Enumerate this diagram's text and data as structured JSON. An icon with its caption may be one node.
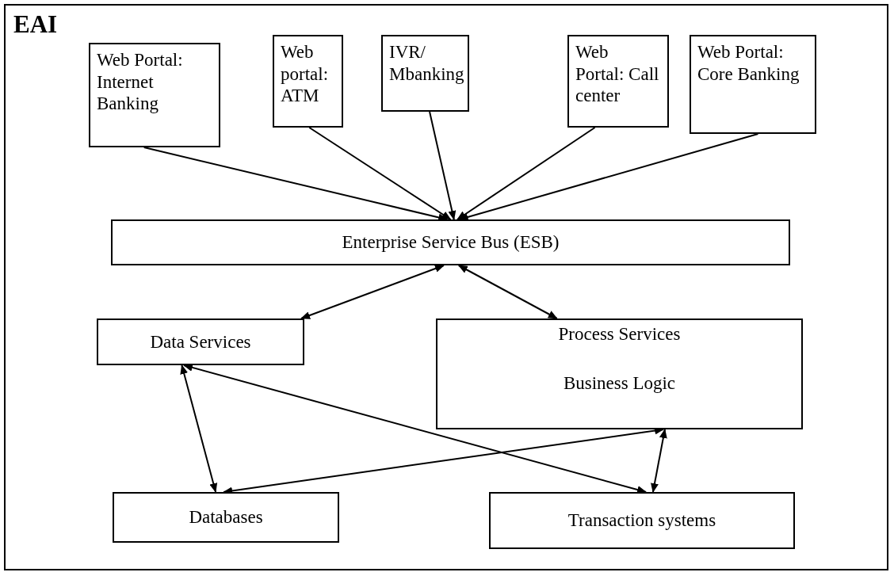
{
  "diagram": {
    "nodes": [
      {
        "text": [
          "EAI"
        ]
      },
      {
        "text": [
          "Web Portal: Internet Banking"
        ],
        "in": 0
      },
      {
        "text": [
          "Web portal: ATM"
        ],
        "in": 0
      },
      {
        "text": [
          "IVR/ Mbanking"
        ],
        "in": 0
      },
      {
        "text": [
          "Web Portal: Call center"
        ],
        "in": 0
      },
      {
        "text": [
          "Web Portal: Core Banking"
        ],
        "in": 0
      },
      {
        "text": [
          "Enterprise Service Bus (ESB)"
        ],
        "in": 0
      },
      {
        "text": [
          "Data Services"
        ],
        "in": 0
      },
      {
        "text": [
          "Process Services",
          "Business Logic"
        ],
        "in": 0
      },
      {
        "text": [
          "Databases"
        ],
        "in": 0
      },
      {
        "text": [
          "Transaction systems"
        ],
        "in": 0
      }
    ],
    "edges": [
      {
        "from": 1,
        "to": 6,
        "arrow": "to"
      },
      {
        "from": 2,
        "to": 6,
        "arrow": "to"
      },
      {
        "from": 3,
        "to": 6,
        "arrow": "to"
      },
      {
        "from": 4,
        "to": 6,
        "arrow": "to"
      },
      {
        "from": 5,
        "to": 6,
        "arrow": "to"
      },
      {
        "from": 6,
        "to": 7,
        "arrow": "both"
      },
      {
        "from": 6,
        "to": 8,
        "arrow": "both"
      },
      {
        "from": 7,
        "to": 9,
        "arrow": "both"
      },
      {
        "from": 7,
        "to": 10,
        "arrow": "both"
      },
      {
        "from": 8,
        "to": 9,
        "arrow": "both"
      },
      {
        "from": 8,
        "to": 10,
        "arrow": "both"
      }
    ]
  }
}
